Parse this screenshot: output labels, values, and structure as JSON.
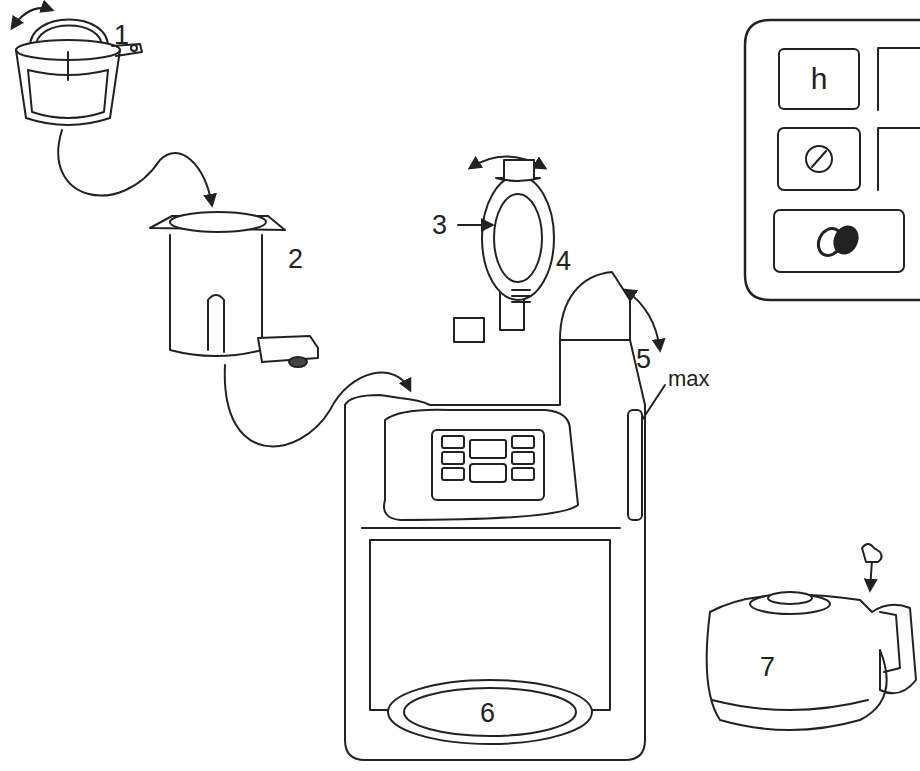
{
  "diagram": {
    "nodes": [
      {
        "text": [
          "h"
        ]
      }
    ],
    "labels": [
      "1",
      "2",
      "3",
      "4",
      "5",
      "6",
      "7",
      "max"
    ]
  }
}
